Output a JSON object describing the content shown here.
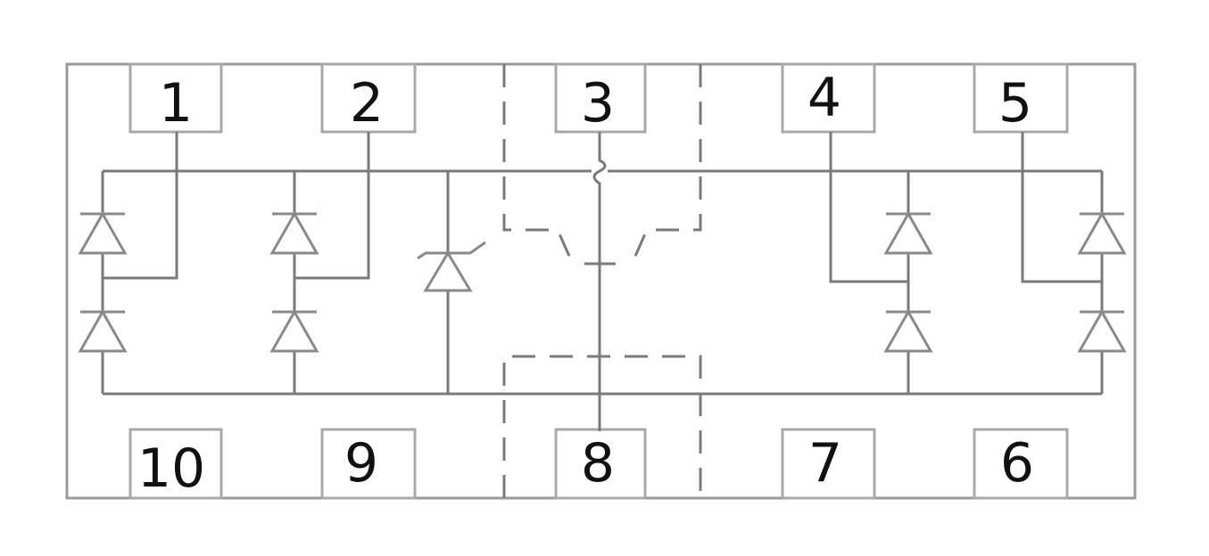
{
  "diagram": {
    "pins_top": [
      {
        "id": "pin-1",
        "label": "1"
      },
      {
        "id": "pin-2",
        "label": "2"
      },
      {
        "id": "pin-3",
        "label": "3"
      },
      {
        "id": "pin-4",
        "label": "4"
      },
      {
        "id": "pin-5",
        "label": "5"
      }
    ],
    "pins_bottom": [
      {
        "id": "pin-10",
        "label": "10"
      },
      {
        "id": "pin-9",
        "label": "9"
      },
      {
        "id": "pin-8",
        "label": "8"
      },
      {
        "id": "pin-7",
        "label": "7"
      },
      {
        "id": "pin-6",
        "label": "6"
      }
    ],
    "colors": {
      "wire": "#7a7a7a",
      "outline": "#9a9a9a",
      "text": "#111111"
    }
  }
}
